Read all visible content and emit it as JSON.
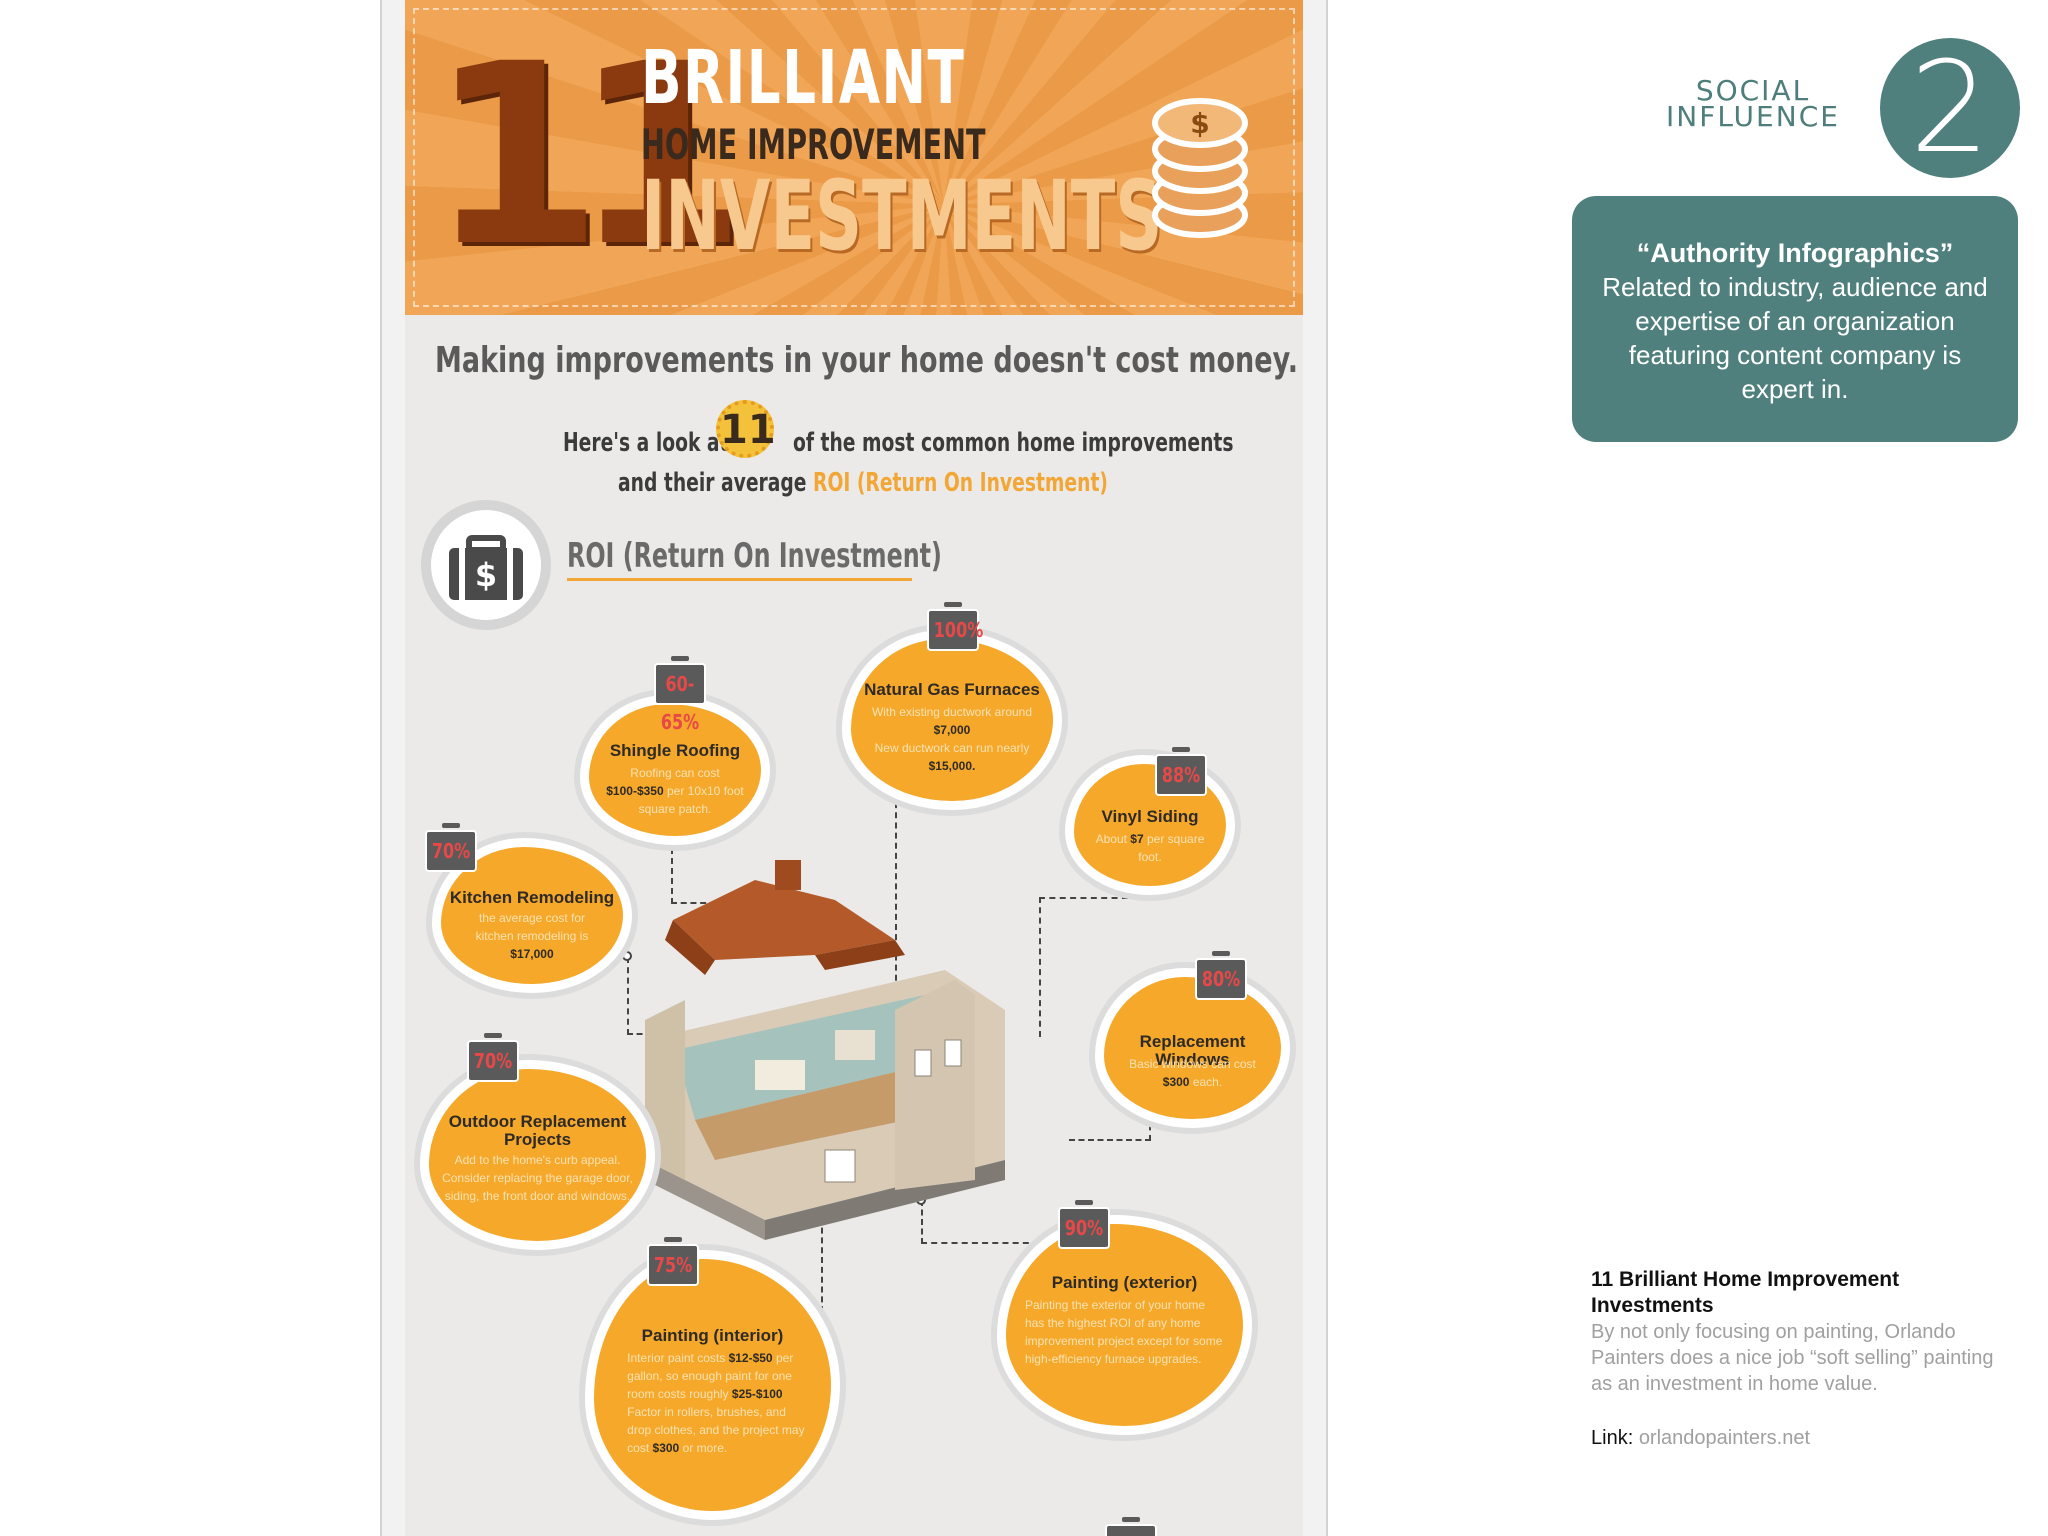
{
  "infographic": {
    "title_number": "11",
    "title_line1": "BRILLIANT",
    "title_line2": "HOME IMPROVEMENT",
    "title_line3": "INVESTMENTS",
    "coin_symbol": "$",
    "tagline": "Making improvements in your home doesn't cost money. It makes money!",
    "intro_part1": "Here's a look at",
    "intro_number": "11",
    "intro_part2": "of the most common home improvements",
    "intro_part3": "and their average",
    "intro_roi": "ROI (Return On Investment)",
    "roi_icon_symbol": "$",
    "roi_heading": "ROI (Return On Investment)",
    "items": [
      {
        "name": "Shingle Roofing",
        "roi": "60-65%",
        "desc_pre": "Roofing can cost",
        "desc_bold": "$100-$350",
        "desc_post": "per 10x10 foot square patch."
      },
      {
        "name": "Natural Gas Furnaces",
        "roi": "100%",
        "desc_pre": "With existing ductwork around",
        "desc_bold": "$7,000",
        "desc_post": "",
        "desc2_pre": "New ductwork can run nearly",
        "desc2_bold": "$15,000."
      },
      {
        "name": "Vinyl Siding",
        "roi": "88%",
        "desc_pre": "About",
        "desc_bold": "$7",
        "desc_post": "per square foot."
      },
      {
        "name": "Kitchen Remodeling",
        "roi": "70%",
        "desc_pre": "the average cost for kitchen remodeling is",
        "desc_bold": "$17,000",
        "desc_post": ""
      },
      {
        "name": "Replacement Windows",
        "roi": "80%",
        "desc_pre": "Basic windows can cost",
        "desc_bold": "$300",
        "desc_post": "each."
      },
      {
        "name": "Outdoor Replacement Projects",
        "roi": "70%",
        "desc_pre": "Add to the home's curb appeal. Consider replacing the garage door, siding, the front door and windows.",
        "desc_bold": "",
        "desc_post": ""
      },
      {
        "name": "Painting (exterior)",
        "roi": "90%",
        "desc_pre": "Painting the exterior of your home has the highest ROI of any home improvement project except for some high-efficiency furnace upgrades.",
        "desc_bold": "",
        "desc_post": ""
      },
      {
        "name": "Painting (interior)",
        "roi": "75%",
        "desc_pre": "Interior paint costs",
        "desc_bold": "$12-$50",
        "desc_post": "per gallon, so enough paint for one room costs roughly",
        "desc2_bold": "$25-$100",
        "desc2_post": "Factor in rollers, brushes, and drop clothes, and the project may cost",
        "desc3_bold": "$300",
        "desc3_post": "or more."
      }
    ]
  },
  "section": {
    "label": "SOCIAL INFLUENCE",
    "number": "2"
  },
  "card": {
    "title": "“Authority Infographics”",
    "body": "Related to industry, audience and expertise of an organization featuring content company is expert in."
  },
  "caption": {
    "title": "11 Brilliant Home Improvement Investments",
    "body": "By not only focusing on painting, Orlando Painters does a nice job “soft selling” painting as an investment in home value.",
    "link_label": "Link:",
    "link_text": "orlandopainters.net"
  },
  "colors": {
    "teal": "#4f807d",
    "banner_orange": "#eb9a47",
    "blob_orange": "#f5a82a",
    "badge_gray": "#5a5a5a",
    "badge_red": "#e84848"
  }
}
